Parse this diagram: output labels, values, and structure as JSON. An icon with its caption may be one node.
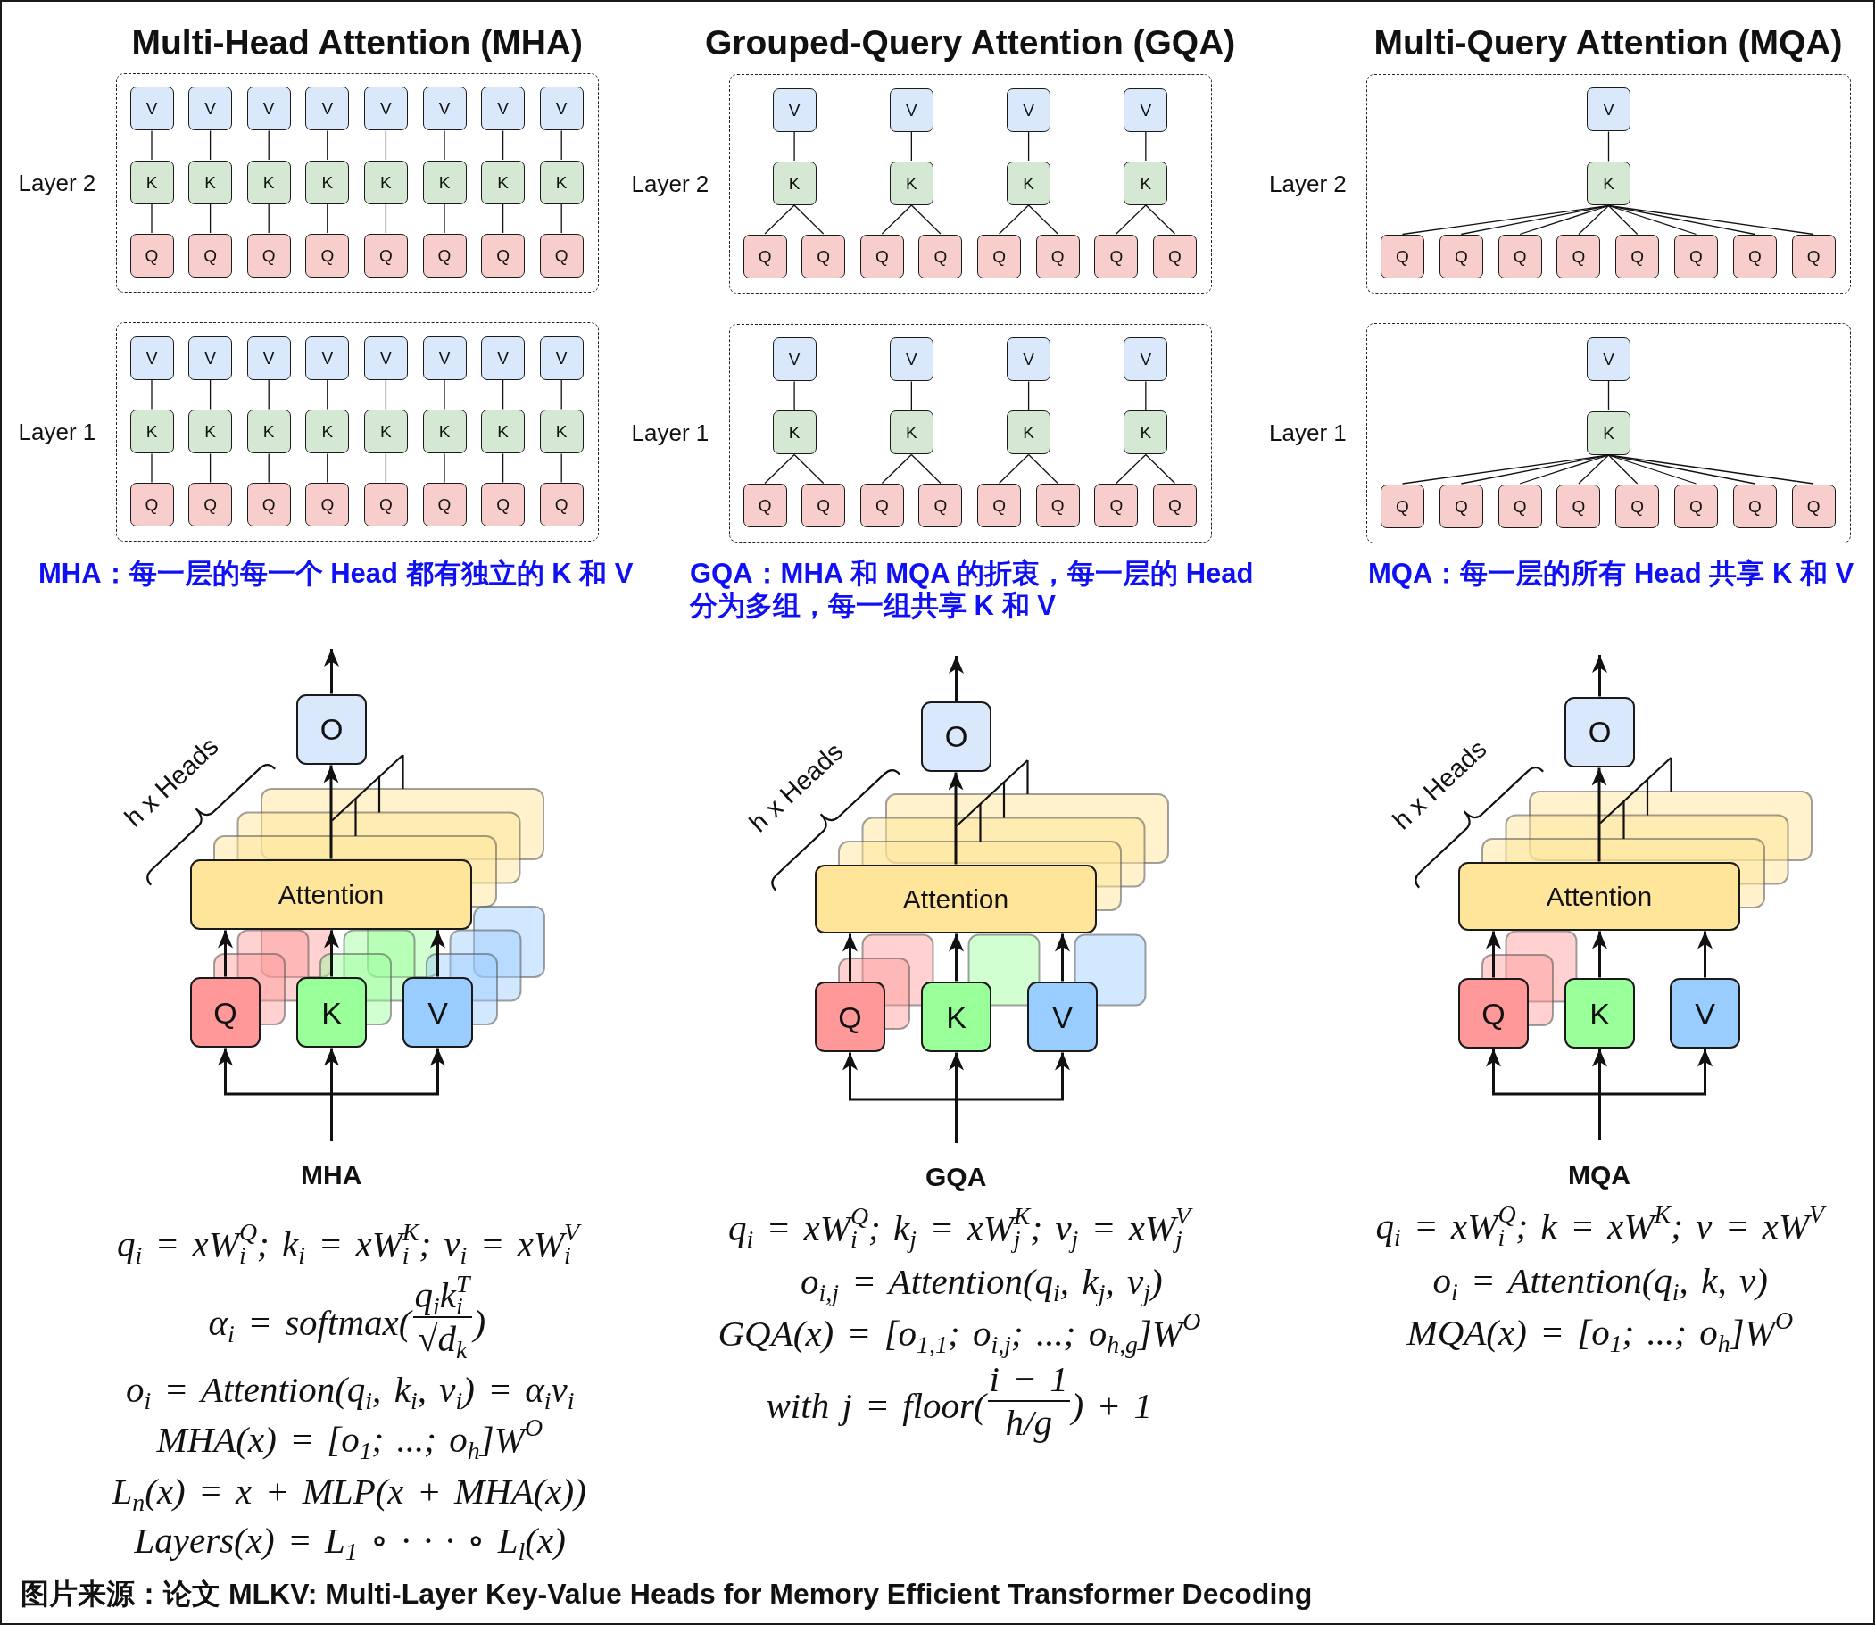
{
  "diagram": {
    "caption": "图片来源：论文 MLKV: Multi-Layer Key-Value Heads for Memory Efficient Transformer Decoding",
    "nodes": [
      {
        "text": [
          "Layer 2"
        ]
      },
      {
        "text": [
          "V"
        ],
        "in": 0
      },
      {
        "text": [
          "V"
        ],
        "in": 0
      },
      {
        "text": [
          "V"
        ],
        "in": 0
      },
      {
        "text": [
          "V"
        ],
        "in": 0
      },
      {
        "text": [
          "V"
        ],
        "in": 0
      },
      {
        "text": [
          "V"
        ],
        "in": 0
      },
      {
        "text": [
          "V"
        ],
        "in": 0
      },
      {
        "text": [
          "V"
        ],
        "in": 0
      },
      {
        "text": [
          "K"
        ],
        "in": 0
      },
      {
        "text": [
          "K"
        ],
        "in": 0
      },
      {
        "text": [
          "K"
        ],
        "in": 0
      },
      {
        "text": [
          "K"
        ],
        "in": 0
      },
      {
        "text": [
          "K"
        ],
        "in": 0
      },
      {
        "text": [
          "K"
        ],
        "in": 0
      },
      {
        "text": [
          "K"
        ],
        "in": 0
      },
      {
        "text": [
          "K"
        ],
        "in": 0
      },
      {
        "text": [
          "Q"
        ],
        "in": 0
      },
      {
        "text": [
          "Q"
        ],
        "in": 0
      },
      {
        "text": [
          "Q"
        ],
        "in": 0
      },
      {
        "text": [
          "Q"
        ],
        "in": 0
      },
      {
        "text": [
          "Q"
        ],
        "in": 0
      },
      {
        "text": [
          "Q"
        ],
        "in": 0
      },
      {
        "text": [
          "Q"
        ],
        "in": 0
      },
      {
        "text": [
          "Q"
        ],
        "in": 0
      },
      {
        "text": [
          "Layer 1"
        ]
      },
      {
        "text": [
          "V"
        ],
        "in": 25
      },
      {
        "text": [
          "V"
        ],
        "in": 25
      },
      {
        "text": [
          "V"
        ],
        "in": 25
      },
      {
        "text": [
          "V"
        ],
        "in": 25
      },
      {
        "text": [
          "V"
        ],
        "in": 25
      },
      {
        "text": [
          "V"
        ],
        "in": 25
      },
      {
        "text": [
          "V"
        ],
        "in": 25
      },
      {
        "text": [
          "V"
        ],
        "in": 25
      },
      {
        "text": [
          "K"
        ],
        "in": 25
      },
      {
        "text": [
          "K"
        ],
        "in": 25
      },
      {
        "text": [
          "K"
        ],
        "in": 25
      },
      {
        "text": [
          "K"
        ],
        "in": 25
      },
      {
        "text": [
          "K"
        ],
        "in": 25
      },
      {
        "text": [
          "K"
        ],
        "in": 25
      },
      {
        "text": [
          "K"
        ],
        "in": 25
      },
      {
        "text": [
          "K"
        ],
        "in": 25
      },
      {
        "text": [
          "Q"
        ],
        "in": 25
      },
      {
        "text": [
          "Q"
        ],
        "in": 25
      },
      {
        "text": [
          "Q"
        ],
        "in": 25
      },
      {
        "text": [
          "Q"
        ],
        "in": 25
      },
      {
        "text": [
          "Q"
        ],
        "in": 25
      },
      {
        "text": [
          "Q"
        ],
        "in": 25
      },
      {
        "text": [
          "Q"
        ],
        "in": 25
      },
      {
        "text": [
          "Q"
        ],
        "in": 25
      },
      {
        "text": [
          "Layer 2"
        ]
      },
      {
        "text": [
          "V"
        ],
        "in": 50
      },
      {
        "text": [
          "V"
        ],
        "in": 50
      },
      {
        "text": [
          "V"
        ],
        "in": 50
      },
      {
        "text": [
          "V"
        ],
        "in": 50
      },
      {
        "text": [
          "K"
        ],
        "in": 50
      },
      {
        "text": [
          "K"
        ],
        "in": 50
      },
      {
        "text": [
          "K"
        ],
        "in": 50
      },
      {
        "text": [
          "K"
        ],
        "in": 50
      },
      {
        "text": [
          "Q"
        ],
        "in": 50
      },
      {
        "text": [
          "Q"
        ],
        "in": 50
      },
      {
        "text": [
          "Q"
        ],
        "in": 50
      },
      {
        "text": [
          "Q"
        ],
        "in": 50
      },
      {
        "text": [
          "Q"
        ],
        "in": 50
      },
      {
        "text": [
          "Q"
        ],
        "in": 50
      },
      {
        "text": [
          "Q"
        ],
        "in": 50
      },
      {
        "text": [
          "Q"
        ],
        "in": 50
      },
      {
        "text": [
          "Layer 1"
        ]
      },
      {
        "text": [
          "V"
        ],
        "in": 67
      },
      {
        "text": [
          "V"
        ],
        "in": 67
      },
      {
        "text": [
          "V"
        ],
        "in": 67
      },
      {
        "text": [
          "V"
        ],
        "in": 67
      },
      {
        "text": [
          "K"
        ],
        "in": 67
      },
      {
        "text": [
          "K"
        ],
        "in": 67
      },
      {
        "text": [
          "K"
        ],
        "in": 67
      },
      {
        "text": [
          "K"
        ],
        "in": 67
      },
      {
        "text": [
          "Q"
        ],
        "in": 67
      },
      {
        "text": [
          "Q"
        ],
        "in": 67
      },
      {
        "text": [
          "Q"
        ],
        "in": 67
      },
      {
        "text": [
          "Q"
        ],
        "in": 67
      },
      {
        "text": [
          "Q"
        ],
        "in": 67
      },
      {
        "text": [
          "Q"
        ],
        "in": 67
      },
      {
        "text": [
          "Q"
        ],
        "in": 67
      },
      {
        "text": [
          "Q"
        ],
        "in": 67
      },
      {
        "text": [
          "Layer 2"
        ]
      },
      {
        "text": [
          "V"
        ],
        "in": 84
      },
      {
        "text": [
          "K"
        ],
        "in": 84
      },
      {
        "text": [
          "Q"
        ],
        "in": 84
      },
      {
        "text": [
          "Q"
        ],
        "in": 84
      },
      {
        "text": [
          "Q"
        ],
        "in": 84
      },
      {
        "text": [
          "Q"
        ],
        "in": 84
      },
      {
        "text": [
          "Q"
        ],
        "in": 84
      },
      {
        "text": [
          "Q"
        ],
        "in": 84
      },
      {
        "text": [
          "Q"
        ],
        "in": 84
      },
      {
        "text": [
          "Q"
        ],
        "in": 84
      },
      {
        "text": [
          "Layer 1"
        ]
      },
      {
        "text": [
          "V"
        ],
        "in": 95
      },
      {
        "text": [
          "K"
        ],
        "in": 95
      },
      {
        "text": [
          "Q"
        ],
        "in": 95
      },
      {
        "text": [
          "Q"
        ],
        "in": 95
      },
      {
        "text": [
          "Q"
        ],
        "in": 95
      },
      {
        "text": [
          "Q"
        ],
        "in": 95
      },
      {
        "text": [
          "Q"
        ],
        "in": 95
      },
      {
        "text": [
          "Q"
        ],
        "in": 95
      },
      {
        "text": [
          "Q"
        ],
        "in": 95
      },
      {
        "text": [
          "Q"
        ],
        "in": 95
      },
      {
        "text": [
          "O"
        ]
      },
      {
        "text": [
          "Attention"
        ]
      },
      {
        "text": [
          "Q"
        ]
      },
      {
        "text": [
          "K"
        ]
      },
      {
        "text": [
          "V"
        ]
      },
      {
        "text": [
          "O"
        ]
      },
      {
        "text": [
          "Attention"
        ]
      },
      {
        "text": [
          "Q"
        ]
      },
      {
        "text": [
          "K"
        ]
      },
      {
        "text": [
          "V"
        ]
      },
      {
        "text": [
          "O"
        ]
      },
      {
        "text": [
          "Attention"
        ]
      },
      {
        "text": [
          "Q"
        ]
      },
      {
        "text": [
          "K"
        ]
      },
      {
        "text": [
          "V"
        ]
      }
    ],
    "edges": [
      {
        "from": 1,
        "to": 9,
        "arrow": "none"
      },
      {
        "from": 9,
        "to": 17,
        "arrow": "none"
      },
      {
        "from": 2,
        "to": 10,
        "arrow": "none"
      },
      {
        "from": 10,
        "to": 18,
        "arrow": "none"
      },
      {
        "from": 3,
        "to": 11,
        "arrow": "none"
      },
      {
        "from": 11,
        "to": 19,
        "arrow": "none"
      },
      {
        "from": 4,
        "to": 12,
        "arrow": "none"
      },
      {
        "from": 12,
        "to": 20,
        "arrow": "none"
      },
      {
        "from": 5,
        "to": 13,
        "arrow": "none"
      },
      {
        "from": 13,
        "to": 21,
        "arrow": "none"
      },
      {
        "from": 6,
        "to": 14,
        "arrow": "none"
      },
      {
        "from": 14,
        "to": 22,
        "arrow": "none"
      },
      {
        "from": 7,
        "to": 15,
        "arrow": "none"
      },
      {
        "from": 15,
        "to": 23,
        "arrow": "none"
      },
      {
        "from": 8,
        "to": 16,
        "arrow": "none"
      },
      {
        "from": 16,
        "to": 24,
        "arrow": "none"
      },
      {
        "from": 26,
        "to": 34,
        "arrow": "none"
      },
      {
        "from": 34,
        "to": 42,
        "arrow": "none"
      },
      {
        "from": 27,
        "to": 35,
        "arrow": "none"
      },
      {
        "from": 35,
        "to": 43,
        "arrow": "none"
      },
      {
        "from": 28,
        "to": 36,
        "arrow": "none"
      },
      {
        "from": 36,
        "to": 44,
        "arrow": "none"
      },
      {
        "from": 29,
        "to": 37,
        "arrow": "none"
      },
      {
        "from": 37,
        "to": 45,
        "arrow": "none"
      },
      {
        "from": 30,
        "to": 38,
        "arrow": "none"
      },
      {
        "from": 38,
        "to": 46,
        "arrow": "none"
      },
      {
        "from": 31,
        "to": 39,
        "arrow": "none"
      },
      {
        "from": 39,
        "to": 47,
        "arrow": "none"
      },
      {
        "from": 32,
        "to": 40,
        "arrow": "none"
      },
      {
        "from": 40,
        "to": 48,
        "arrow": "none"
      },
      {
        "from": 33,
        "to": 41,
        "arrow": "none"
      },
      {
        "from": 41,
        "to": 49,
        "arrow": "none"
      },
      {
        "from": 51,
        "to": 55,
        "arrow": "none"
      },
      {
        "from": 55,
        "to": 59,
        "arrow": "none"
      },
      {
        "from": 55,
        "to": 60,
        "arrow": "none"
      },
      {
        "from": 52,
        "to": 56,
        "arrow": "none"
      },
      {
        "from": 56,
        "to": 61,
        "arrow": "none"
      },
      {
        "from": 56,
        "to": 62,
        "arrow": "none"
      },
      {
        "from": 53,
        "to": 57,
        "arrow": "none"
      },
      {
        "from": 57,
        "to": 63,
        "arrow": "none"
      },
      {
        "from": 57,
        "to": 64,
        "arrow": "none"
      },
      {
        "from": 54,
        "to": 58,
        "arrow": "none"
      },
      {
        "from": 58,
        "to": 65,
        "arrow": "none"
      },
      {
        "from": 58,
        "to": 66,
        "arrow": "none"
      },
      {
        "from": 68,
        "to": 72,
        "arrow": "none"
      },
      {
        "from": 72,
        "to": 76,
        "arrow": "none"
      },
      {
        "from": 72,
        "to": 77,
        "arrow": "none"
      },
      {
        "from": 69,
        "to": 73,
        "arrow": "none"
      },
      {
        "from": 73,
        "to": 78,
        "arrow": "none"
      },
      {
        "from": 73,
        "to": 79,
        "arrow": "none"
      },
      {
        "from": 70,
        "to": 74,
        "arrow": "none"
      },
      {
        "from": 74,
        "to": 80,
        "arrow": "none"
      },
      {
        "from": 74,
        "to": 81,
        "arrow": "none"
      },
      {
        "from": 71,
        "to": 75,
        "arrow": "none"
      },
      {
        "from": 75,
        "to": 82,
        "arrow": "none"
      },
      {
        "from": 75,
        "to": 83,
        "arrow": "none"
      },
      {
        "from": 85,
        "to": 86,
        "arrow": "none"
      },
      {
        "from": 86,
        "to": 87,
        "arrow": "none"
      },
      {
        "from": 86,
        "to": 88,
        "arrow": "none"
      },
      {
        "from": 86,
        "to": 89,
        "arrow": "none"
      },
      {
        "from": 86,
        "to": 90,
        "arrow": "none"
      },
      {
        "from": 86,
        "to": 91,
        "arrow": "none"
      },
      {
        "from": 86,
        "to": 92,
        "arrow": "none"
      },
      {
        "from": 86,
        "to": 93,
        "arrow": "none"
      },
      {
        "from": 86,
        "to": 94,
        "arrow": "none"
      },
      {
        "from": 96,
        "to": 97,
        "arrow": "none"
      },
      {
        "from": 97,
        "to": 98,
        "arrow": "none"
      },
      {
        "from": 97,
        "to": 99,
        "arrow": "none"
      },
      {
        "from": 97,
        "to": 100,
        "arrow": "none"
      },
      {
        "from": 97,
        "to": 101,
        "arrow": "none"
      },
      {
        "from": 97,
        "to": 102,
        "arrow": "none"
      },
      {
        "from": 97,
        "to": 103,
        "arrow": "none"
      },
      {
        "from": 97,
        "to": 104,
        "arrow": "none"
      },
      {
        "from": 97,
        "to": 105,
        "arrow": "none"
      },
      {
        "from": null,
        "to": 108,
        "arrow": "to"
      },
      {
        "from": null,
        "to": 109,
        "arrow": "to"
      },
      {
        "from": null,
        "to": 110,
        "arrow": "to"
      },
      {
        "from": 108,
        "to": 107,
        "arrow": "to"
      },
      {
        "from": 109,
        "to": 107,
        "arrow": "to"
      },
      {
        "from": 110,
        "to": 107,
        "arrow": "to"
      },
      {
        "from": 107,
        "to": 106,
        "arrow": "to"
      },
      {
        "from": 106,
        "to": null,
        "arrow": "to"
      },
      {
        "from": null,
        "to": 113,
        "arrow": "to"
      },
      {
        "from": null,
        "to": 114,
        "arrow": "to"
      },
      {
        "from": null,
        "to": 115,
        "arrow": "to"
      },
      {
        "from": 113,
        "to": 112,
        "arrow": "to"
      },
      {
        "from": 114,
        "to": 112,
        "arrow": "to"
      },
      {
        "from": 115,
        "to": 112,
        "arrow": "to"
      },
      {
        "from": 112,
        "to": 111,
        "arrow": "to"
      },
      {
        "from": 111,
        "to": null,
        "arrow": "to"
      },
      {
        "from": null,
        "to": 118,
        "arrow": "to"
      },
      {
        "from": null,
        "to": 119,
        "arrow": "to"
      },
      {
        "from": null,
        "to": 120,
        "arrow": "to"
      },
      {
        "from": 118,
        "to": 117,
        "arrow": "to"
      },
      {
        "from": 119,
        "to": 117,
        "arrow": "to"
      },
      {
        "from": 120,
        "to": 117,
        "arrow": "to"
      },
      {
        "from": 117,
        "to": 116,
        "arrow": "to"
      },
      {
        "from": 116,
        "to": null,
        "arrow": "to"
      }
    ],
    "labels": [
      "Multi-Head Attention (MHA)",
      "Grouped-Query Attention (GQA)",
      "Multi-Query Attention (MQA)",
      "MHA：每一层的每一个 Head 都有独立的 K 和 V",
      "GQA：MHA 和 MQA 的折衷，每一层的 Head 分为多组，每一组共享 K 和 V",
      "MQA：每一层的所有 Head 共享 K 和 V",
      "h x Heads",
      "h x Heads",
      "h x Heads",
      "MHA",
      "GQA",
      "MQA",
      "q$_{i}$ = xW$_{i}$$^{Q}$; k$_{i}$ = xW$_{i}$$^{K}$; v$_{i}$ = xW$_{i}$$^{V}$",
      "α$_{i}$ = softmax(",
      "q$_{i}$k$_{i}$$^{T}$",
      "√d$_{k}$",
      ")",
      "o$_{i}$ = Attention(q$_{i}$, k$_{i}$, v$_{i}$) = α$_{i}$v$_{i}$",
      "MHA(x) = [o$_{1}$; ...; o$_{h}$]W$^{O}$",
      "L$_{n}$(x) = x + MLP(x + MHA(x))",
      "Layers(x) = L$_{1}$ ∘ · · · ∘ L$_{l}$(x)",
      "q$_{i}$ = xW$_{i}$$^{Q}$; k$_{j}$ = xW$_{j}$$^{K}$; v$_{j}$ = xW$_{j}$$^{V}$",
      "o$_{i,j}$ = Attention(q$_{i}$, k$_{j}$, v$_{j}$)",
      "GQA(x) = [o$_{1,1}$; o$_{i,j}$; ...; o$_{h,g}$]W$^{O}$",
      "with j = floor(",
      "i − 1",
      "h/g",
      ") + 1",
      "q$_{i}$ = xW$_{i}$$^{Q}$; k = xW$^{K}$; v = xW$^{V}$",
      "o$_{i}$ = Attention(q$_{i}$, k, v)",
      "MQA(x) = [o$_{1}$; ...; o$_{h}$]W$^{O}$"
    ]
  }
}
